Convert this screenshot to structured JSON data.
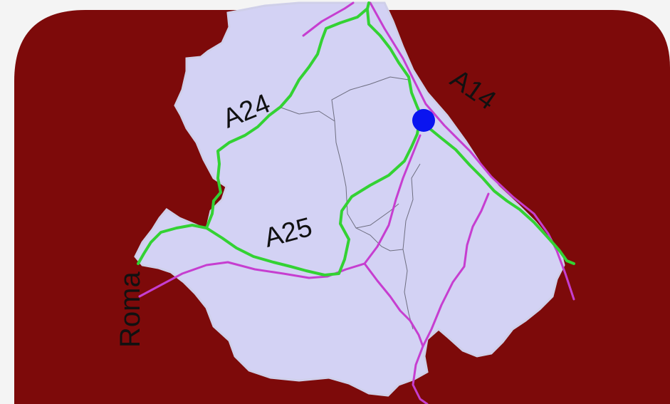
{
  "map": {
    "labels": {
      "a24": "A24",
      "a25": "A25",
      "a14": "A14",
      "roma": "Roma"
    },
    "colors": {
      "background": "#7d0a0a",
      "page": "#f4f4f4",
      "region_fill": "#d3d2f4",
      "region_border": "#cfcfe9",
      "province_border": "#6e6e80",
      "motorway": "#33d233",
      "main_road": "#c63ed0",
      "location_marker": "#0a14f0"
    },
    "icons": {
      "marker": "location-dot-icon"
    }
  }
}
